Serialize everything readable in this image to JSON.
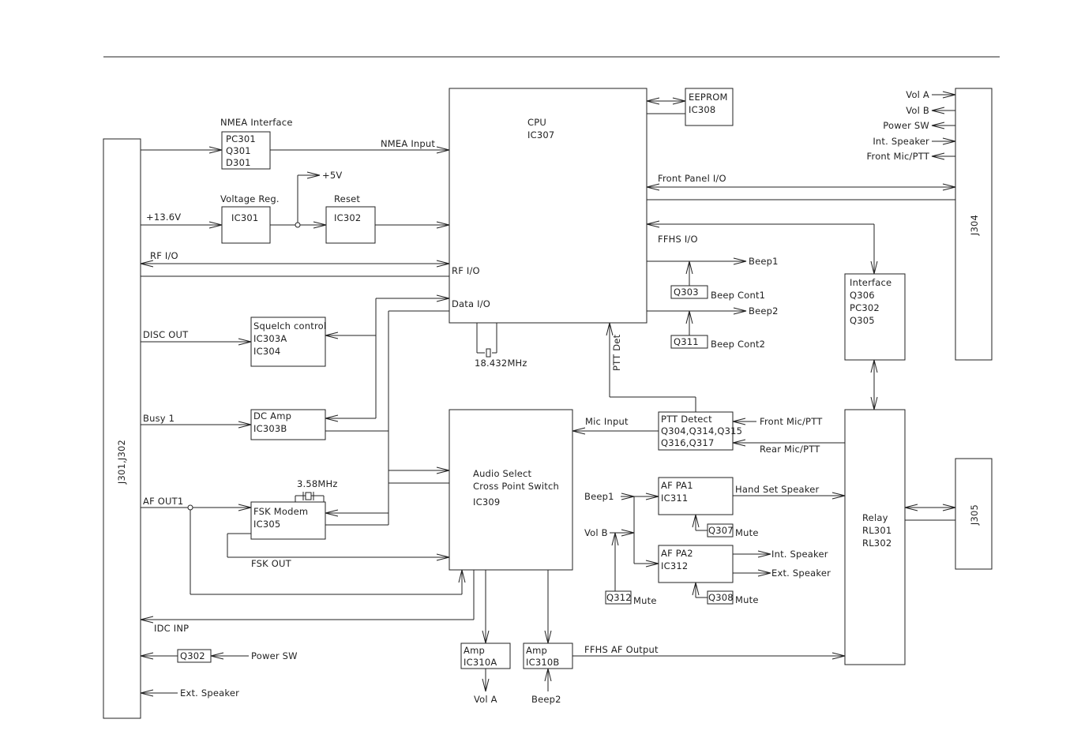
{
  "blocks": {
    "nmea": {
      "title": "NMEA  Interface",
      "lines": [
        "PC301",
        "Q301",
        "D301"
      ]
    },
    "vreg": {
      "title": "Voltage Reg.",
      "lines": [
        "IC301"
      ]
    },
    "reset": {
      "title": "Reset",
      "lines": [
        "IC302"
      ]
    },
    "cpu": {
      "lines": [
        "CPU",
        "IC307"
      ]
    },
    "eeprom": {
      "lines": [
        "EEPROM",
        "IC308"
      ]
    },
    "squelch": {
      "lines": [
        "Squelch  control",
        "IC303A",
        "IC304"
      ]
    },
    "dcamp": {
      "lines": [
        "DC Amp",
        "IC303B"
      ]
    },
    "fsk": {
      "lines": [
        "FSK  Modem",
        "IC305"
      ]
    },
    "audio": {
      "lines": [
        "Audio  Select",
        "Cross  Point  Switch",
        "IC309"
      ]
    },
    "pttdet": {
      "lines": [
        "PTT  Detect",
        "Q304,Q314,Q315",
        "Q316,Q317"
      ]
    },
    "afpa1": {
      "lines": [
        "AF  PA1",
        "IC311"
      ]
    },
    "afpa2": {
      "lines": [
        "AF  PA2",
        "IC312"
      ]
    },
    "interface": {
      "lines": [
        "Interface",
        "Q306",
        "PC302",
        "Q305"
      ]
    },
    "relay": {
      "lines": [
        "Relay",
        "RL301",
        "RL302"
      ]
    },
    "amp_a": {
      "lines": [
        "Amp",
        "IC310A"
      ]
    },
    "amp_b": {
      "lines": [
        "Amp",
        "IC310B"
      ]
    },
    "q302": {
      "lines": [
        "Q302"
      ]
    },
    "q303": {
      "lines": [
        "Q303"
      ]
    },
    "q311": {
      "lines": [
        "Q311"
      ]
    },
    "q307": {
      "lines": [
        "Q307"
      ]
    },
    "q308": {
      "lines": [
        "Q308"
      ]
    },
    "q312": {
      "lines": [
        "Q312"
      ]
    }
  },
  "connectors": {
    "j301": "J301,J302",
    "j304": "J304",
    "j305": "J305"
  },
  "labels": {
    "nmea_input": "NMEA  Input",
    "plus5v": "+5V",
    "plus13v": "+13.6V",
    "rf_io_left": "RF  I/O",
    "rf_io_cpu": "RF  I/O",
    "data_io": "Data  I/O",
    "disc_out": "DISC  OUT",
    "busy1": "Busy  1",
    "af_out1": "AF  OUT1",
    "fsk_out": "FSK  OUT",
    "idc_inp": "IDC  INP",
    "power_sw_left": "Power  SW",
    "ext_speaker_left": "Ext.  Speaker",
    "xtal_cpu": "18.432MHz",
    "xtal_fsk": "3.58MHz",
    "front_panel_io": "Front  Panel  I/O",
    "ffhs_io": "FFHS  I/O",
    "beep1_out": "Beep1",
    "beep2_out": "Beep2",
    "beep_cont1": "Beep  Cont1",
    "beep_cont2": "Beep  Cont2",
    "ptt_det": "PTT  Det",
    "mic_input": "Mic  Input",
    "front_mic_ptt_in": "Front  Mic/PTT",
    "rear_mic_ptt": "Rear  Mic/PTT",
    "beep1_in": "Beep1",
    "vol_b_in": "Vol  B",
    "hand_set_speaker": "Hand  Set  Speaker",
    "int_speaker_out": "Int.  Speaker",
    "ext_speaker_out": "Ext.  Speaker",
    "mute_q307": "Mute",
    "mute_q308": "Mute",
    "mute_q312": "Mute",
    "ffhs_af_output": "FFHS  AF  Output",
    "vol_a_out": "Vol  A",
    "beep2_in": "Beep2",
    "j304_vol_a": "Vol  A",
    "j304_vol_b": "Vol  B",
    "j304_power_sw": "Power  SW",
    "j304_int_speaker": "Int.  Speaker",
    "j304_front_mic": "Front  Mic/PTT"
  }
}
